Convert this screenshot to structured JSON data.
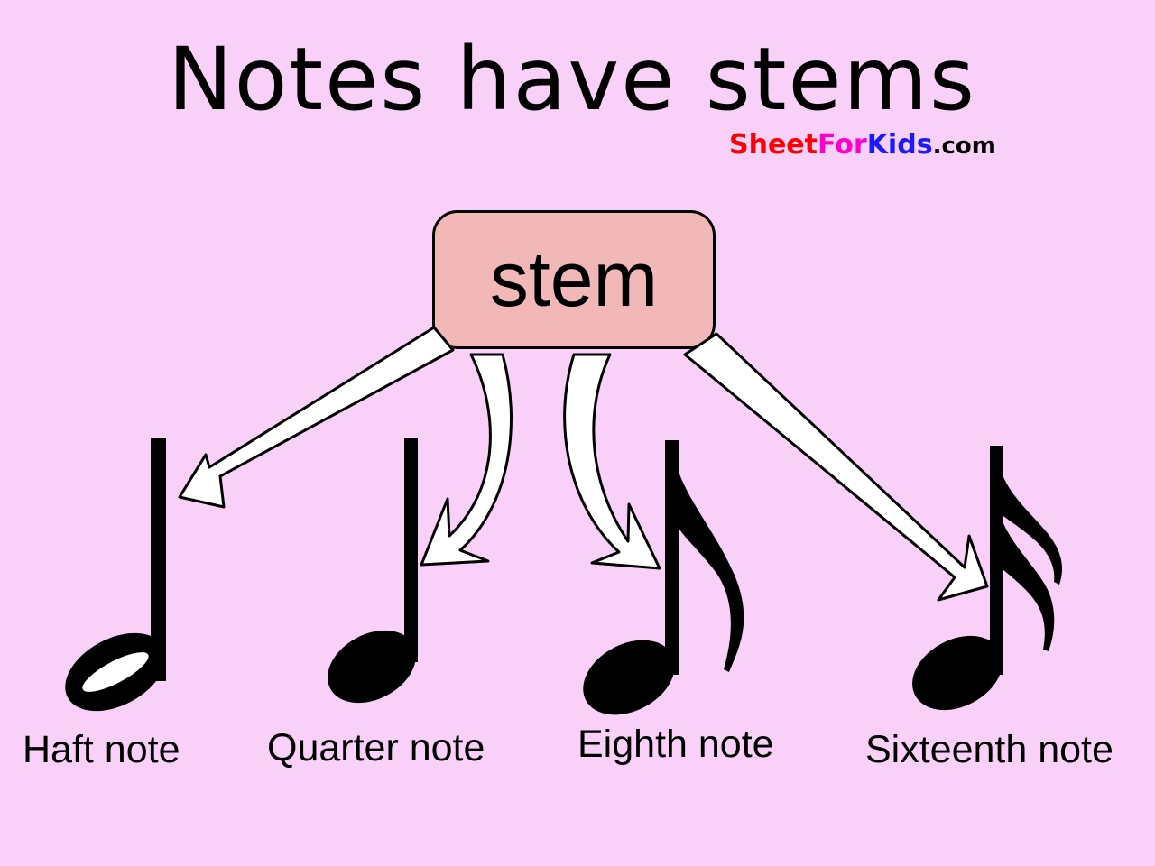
{
  "title": "Notes have stems",
  "brand": {
    "sheet": "Sheet",
    "for": "For",
    "kids": "Kids",
    "domain": ".com",
    "colors": {
      "sheet": "#ff0000",
      "for": "#ff00cc",
      "kids": "#1a1aff",
      "domain": "#000000"
    }
  },
  "stem_label": "stem",
  "notes": [
    {
      "name": "half-note",
      "label": "Haft note"
    },
    {
      "name": "quarter-note",
      "label": "Quarter note"
    },
    {
      "name": "eighth-note",
      "label": "Eighth note"
    },
    {
      "name": "sixteenth-note",
      "label": "Sixteenth note"
    }
  ],
  "colors": {
    "background": "#f9d0f7",
    "stem_box": "#f2b8b8",
    "arrow_fill": "#ffffff",
    "ink": "#000000"
  }
}
